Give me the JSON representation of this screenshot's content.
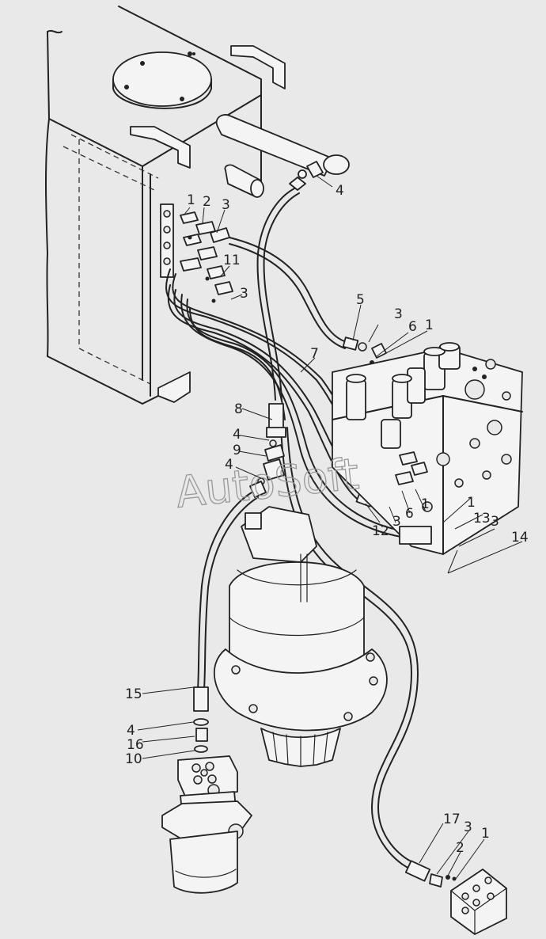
{
  "watermark": "AutoSoft",
  "labels": {
    "l1a": "1",
    "l2a": "2",
    "l3a": "3",
    "l4a": "4",
    "l11": "11",
    "l3b": "3",
    "l5": "5",
    "l3c": "3",
    "l6a": "6",
    "l1b": "1",
    "l7": "7",
    "l8": "8",
    "l4b": "4",
    "l9": "9",
    "l4c": "4",
    "l12": "12",
    "l3d": "3",
    "l6b": "6",
    "l1c": "1",
    "l13": "13",
    "l3e": "3",
    "l14": "14",
    "l15": "15",
    "l4d": "4",
    "l16": "16",
    "l10": "10",
    "l17": "17",
    "l3f": "3",
    "l2b": "2",
    "l1d": "1"
  }
}
